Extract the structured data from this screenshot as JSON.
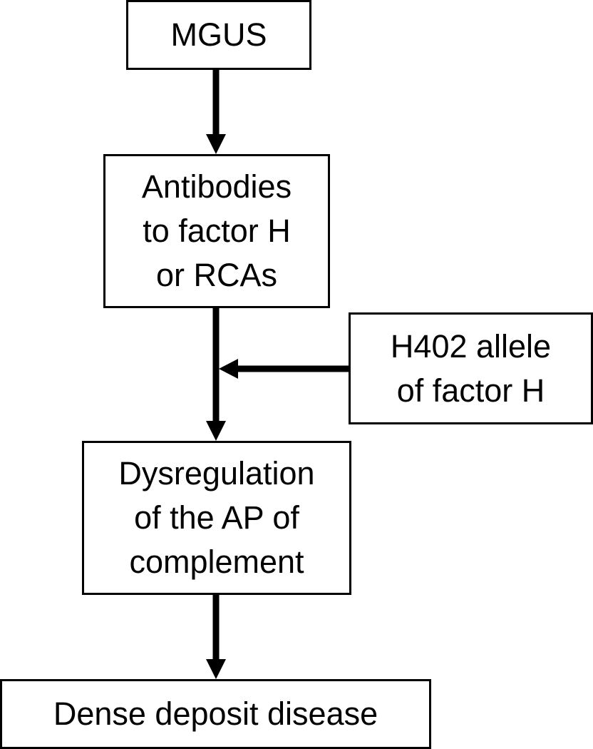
{
  "nodes": {
    "mgus": {
      "lines": [
        "MGUS"
      ]
    },
    "antibodies": {
      "lines": [
        "Antibodies",
        "to factor H",
        "or RCAs"
      ]
    },
    "h402": {
      "lines": [
        "H402 allele",
        "of factor H"
      ]
    },
    "dysregulation": {
      "lines": [
        "Dysregulation",
        "of the AP of",
        "complement"
      ]
    },
    "dense": {
      "lines": [
        "Dense deposit disease"
      ]
    }
  },
  "edges": [
    {
      "from": "mgus",
      "to": "antibodies"
    },
    {
      "from": "antibodies",
      "to": "dysregulation"
    },
    {
      "from": "h402",
      "to": "antibodies-dysregulation-edge"
    },
    {
      "from": "dysregulation",
      "to": "dense"
    }
  ]
}
